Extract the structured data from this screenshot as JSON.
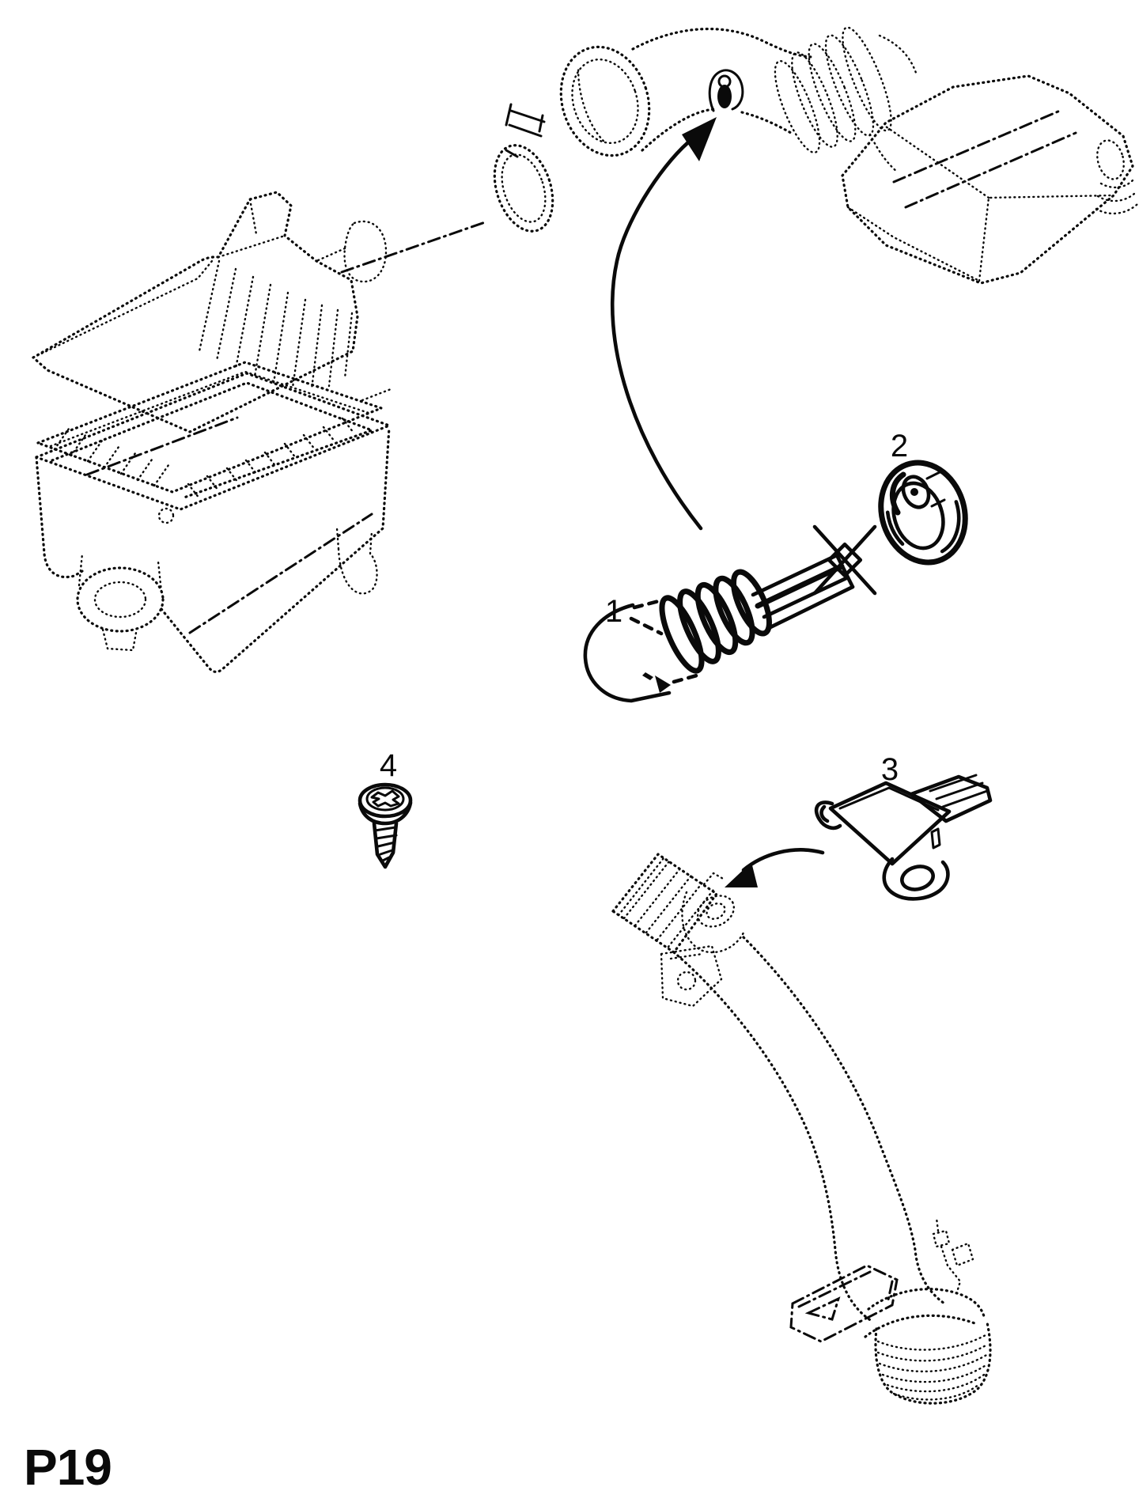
{
  "page": {
    "code": "P19",
    "background_color": "#ffffff",
    "ink_color": "#0a0a0a"
  },
  "callouts": [
    {
      "number": "1"
    },
    {
      "number": "2"
    },
    {
      "number": "3"
    },
    {
      "number": "4"
    }
  ]
}
